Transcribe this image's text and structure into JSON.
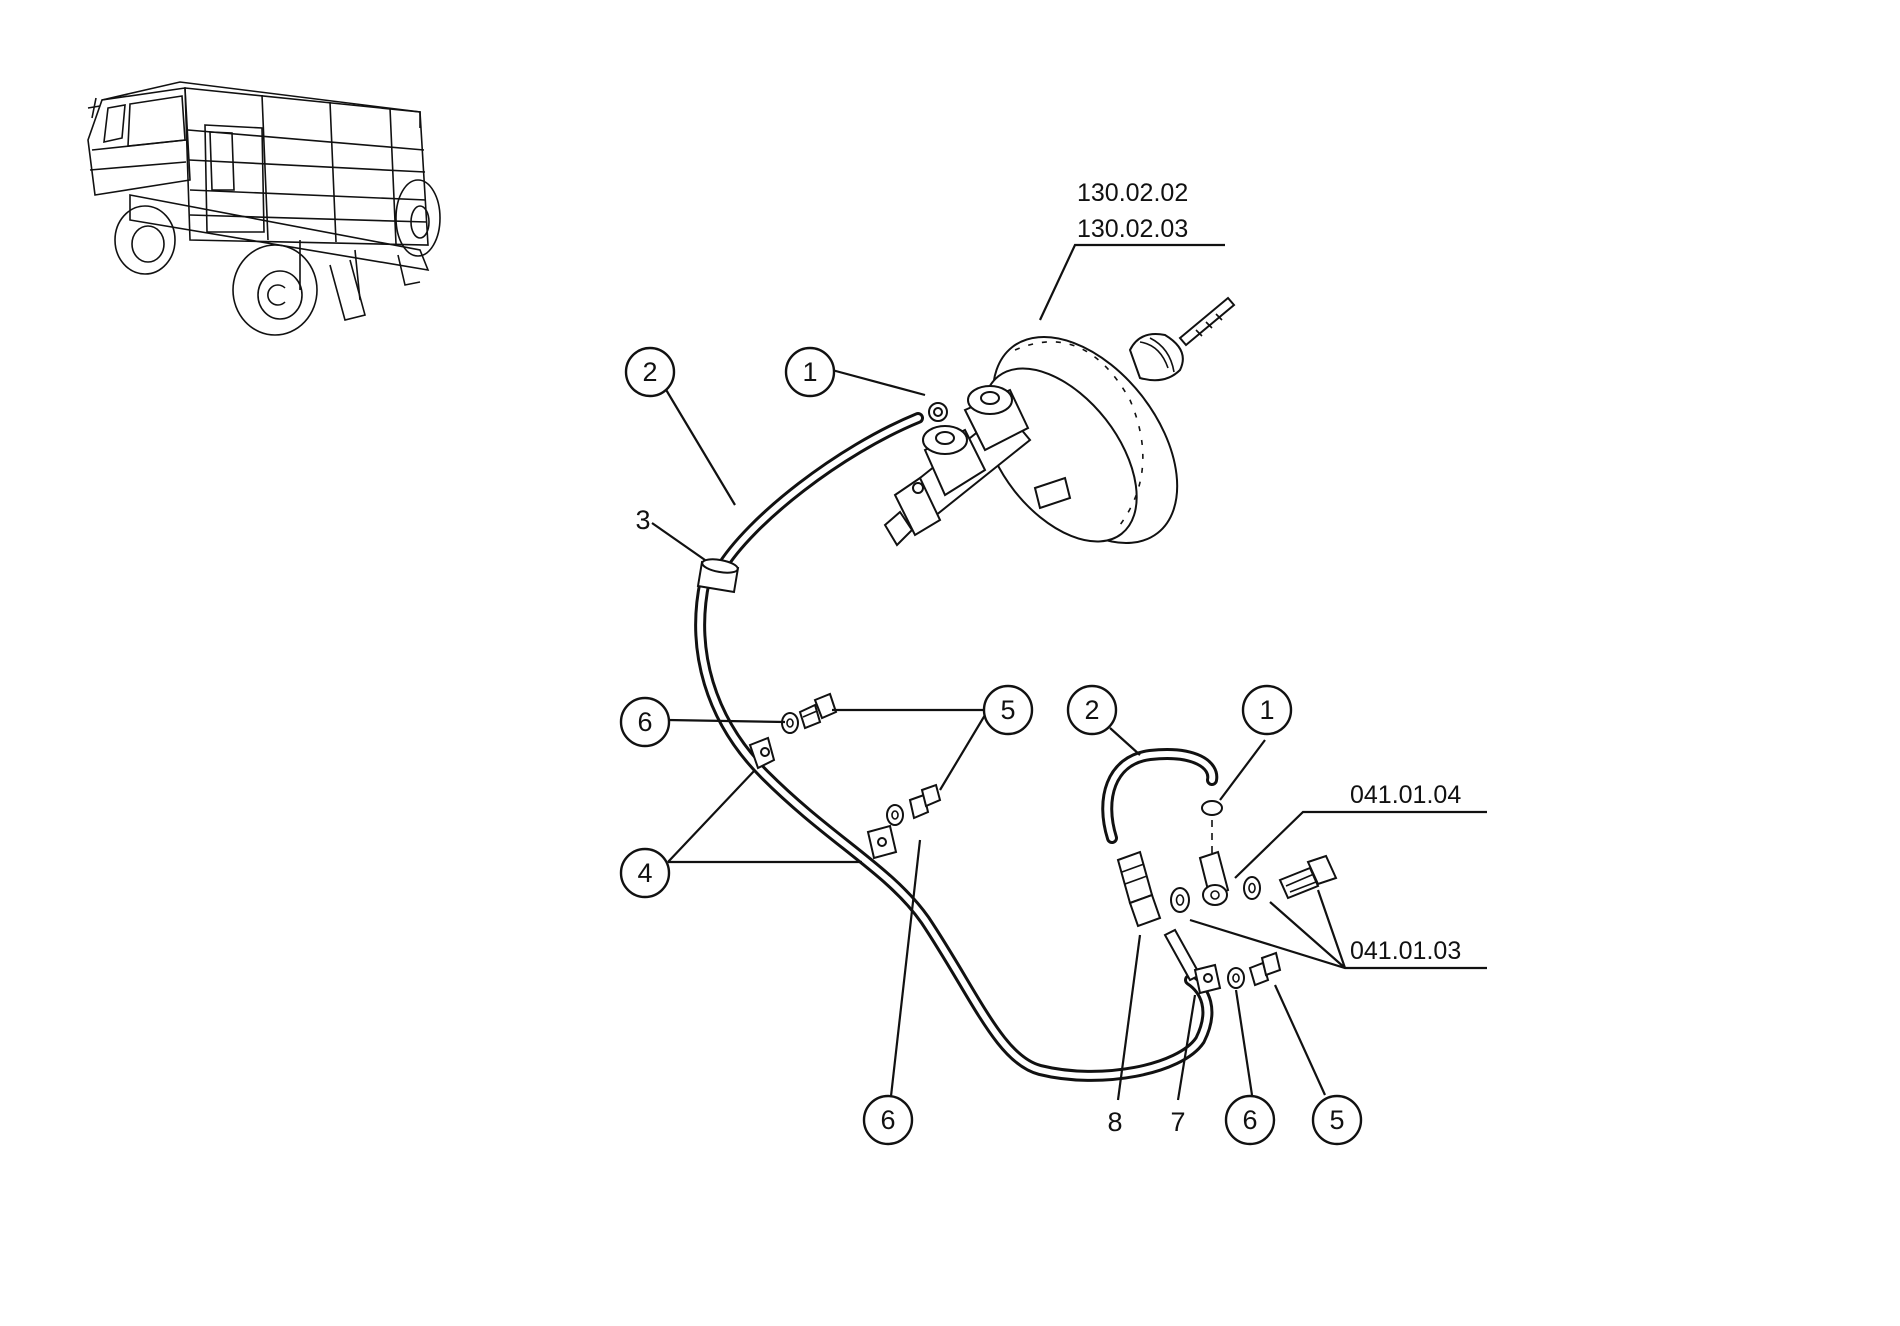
{
  "callouts": {
    "c_1_top": "1",
    "c_2_top": "2",
    "c_6_left": "6",
    "c_5_mid": "5",
    "c_4": "4",
    "c_6_bottom": "6",
    "c_2_right": "2",
    "c_1_right": "1",
    "c_6_bottom_right": "6",
    "c_5_bottom_right": "5"
  },
  "plain_labels": {
    "l_3": "3",
    "l_8": "8",
    "l_7": "7"
  },
  "references": {
    "r_130_02_02": "130.02.02",
    "r_130_02_03": "130.02.03",
    "r_041_01_04": "041.01.04",
    "r_041_01_03": "041.01.03"
  },
  "icons": {
    "vehicle": "vehicle-thumbnail-icon",
    "booster": "brake-booster-icon",
    "master_cylinder": "master-cylinder-icon",
    "check_valve": "check-valve-icon"
  }
}
